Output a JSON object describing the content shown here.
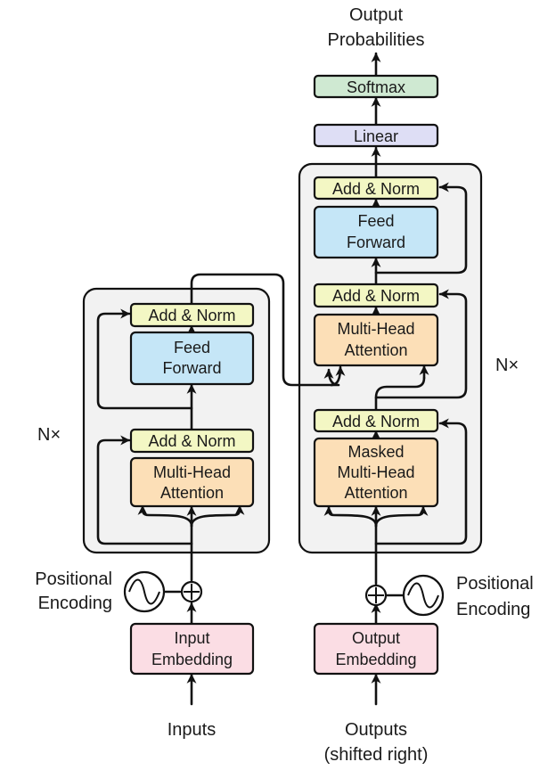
{
  "colors": {
    "add_norm": "#f3f7c4",
    "feed_forward": "#c5e6f7",
    "attention": "#fcdfb7",
    "embedding": "#fbdde4",
    "linear": "#dedef5",
    "softmax": "#cfe9d2",
    "stack_bg": "#f2f2f2"
  },
  "encoder": {
    "nx_label": "N×",
    "add_norm_top": "Add & Norm",
    "feed_forward": [
      "Feed",
      "Forward"
    ],
    "add_norm_bottom": "Add & Norm",
    "attention": [
      "Multi-Head",
      "Attention"
    ],
    "embedding": [
      "Input",
      "Embedding"
    ],
    "positional_encoding": [
      "Positional",
      "Encoding"
    ],
    "input_label": "Inputs"
  },
  "decoder": {
    "nx_label": "N×",
    "add_norm_top": "Add & Norm",
    "feed_forward": [
      "Feed",
      "Forward"
    ],
    "add_norm_middle": "Add & Norm",
    "cross_attention": [
      "Multi-Head",
      "Attention"
    ],
    "add_norm_bottom": "Add & Norm",
    "masked_attention": [
      "Masked",
      "Multi-Head",
      "Attention"
    ],
    "embedding": [
      "Output",
      "Embedding"
    ],
    "positional_encoding": [
      "Positional",
      "Encoding"
    ],
    "input_label": [
      "Outputs",
      "(shifted right)"
    ]
  },
  "head": {
    "linear": "Linear",
    "softmax": "Softmax",
    "output_label": [
      "Output",
      "Probabilities"
    ]
  },
  "icons": {
    "add": "circle-plus-icon",
    "positional": "sine-wave-icon",
    "arrow": "arrow-head-icon"
  }
}
